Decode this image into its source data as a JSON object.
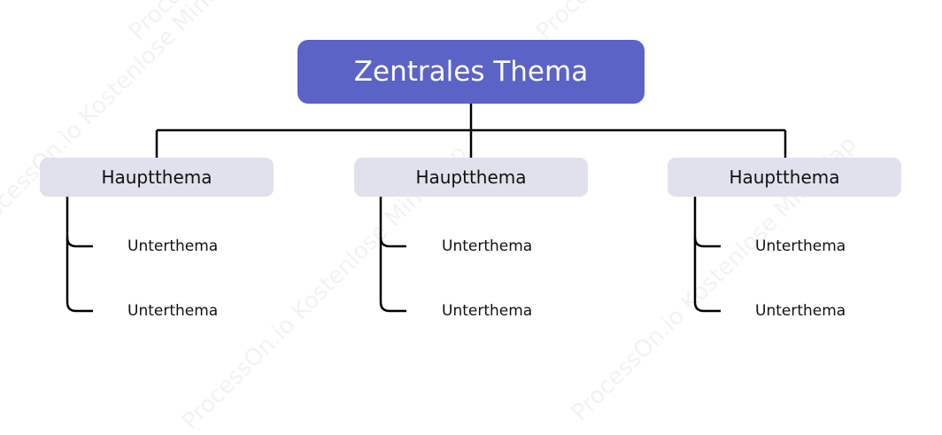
{
  "diagram": {
    "root": {
      "label": "Zentrales Thema",
      "color": "#5b63c7"
    },
    "branch_color": "#e1e1ee",
    "connector_color": "#000000",
    "branches": [
      {
        "label": "Hauptthema",
        "children": [
          {
            "label": "Unterthema"
          },
          {
            "label": "Unterthema"
          }
        ]
      },
      {
        "label": "Hauptthema",
        "children": [
          {
            "label": "Unterthema"
          },
          {
            "label": "Unterthema"
          }
        ]
      },
      {
        "label": "Hauptthema",
        "children": [
          {
            "label": "Unterthema"
          },
          {
            "label": "Unterthema"
          }
        ]
      }
    ]
  },
  "watermark": {
    "text": "ProcessOn.io Kostenlose MindMap"
  }
}
